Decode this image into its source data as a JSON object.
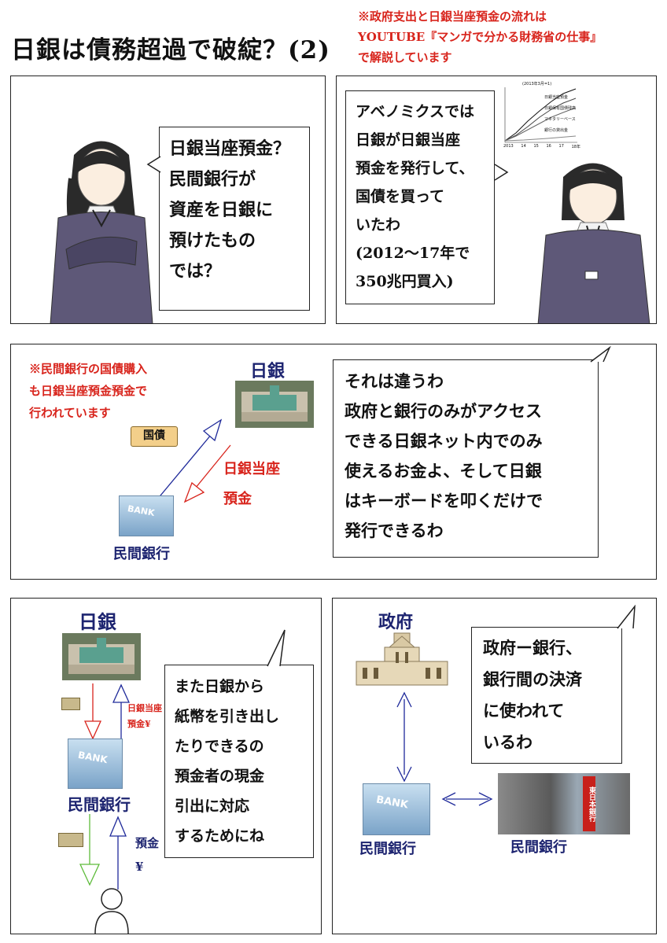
{
  "title": "日銀は債務超過で破綻？(2)",
  "top_note": [
    "※政府支出と日銀当座預金の流れは",
    "YOUTUBE『マンガで分かる財務省の仕事』",
    "で解説しています"
  ],
  "panel1": {
    "bubble": [
      "日銀当座預金？",
      "民間銀行が",
      "資産を日銀に",
      "預けたもの",
      "では？"
    ]
  },
  "panel2": {
    "bubble": [
      "アベノミクスでは",
      "日銀が日銀当座",
      "預金を発行して、",
      "国債を買って",
      "いたわ",
      "(2012〜17年で",
      "350兆円買入)"
    ],
    "mini_chart": {
      "title": "(2013年3月=1)",
      "series": [
        "日銀当座預金",
        "日銀保有国債残高",
        "マネタリーベース",
        "銀行の貸出金"
      ],
      "x_ticks": [
        "2013",
        "14",
        "15",
        "16",
        "17",
        "18年"
      ]
    }
  },
  "panel3": {
    "note": [
      "※民間銀行の国債購入",
      "も日銀当座預金預金で",
      "行われています"
    ],
    "boj_label": "日銀",
    "bond_label": "国債",
    "deposit_label": [
      "日銀当座",
      "預金"
    ],
    "bank_label": "民間銀行",
    "bank_sign": "BANK",
    "bubble": [
      "それは違うわ",
      "政府と銀行のみがアクセス",
      "できる日銀ネット内でのみ",
      "使えるお金よ、そして日銀",
      "はキーボードを叩くだけで",
      "発行できるわ"
    ]
  },
  "panel4": {
    "boj_label": "日銀",
    "deposit_label": [
      "日銀当座",
      "預金¥"
    ],
    "bank_label": "民間銀行",
    "bank_sign": "BANK",
    "yen_label": [
      "預金",
      "¥"
    ],
    "bubble": [
      "また日銀から",
      "紙幣を引き出し",
      "たりできるの",
      "預金者の現金",
      "引出に対応",
      "するためにね"
    ]
  },
  "panel5": {
    "gov_label": "政府",
    "bank_label_1": "民間銀行",
    "bank_label_2": "民間銀行",
    "bank_sign": "BANK",
    "store_sign": "東日本銀行",
    "bubble": [
      "政府ー銀行、",
      "銀行間の決済",
      "に使われて",
      "いるわ"
    ]
  }
}
